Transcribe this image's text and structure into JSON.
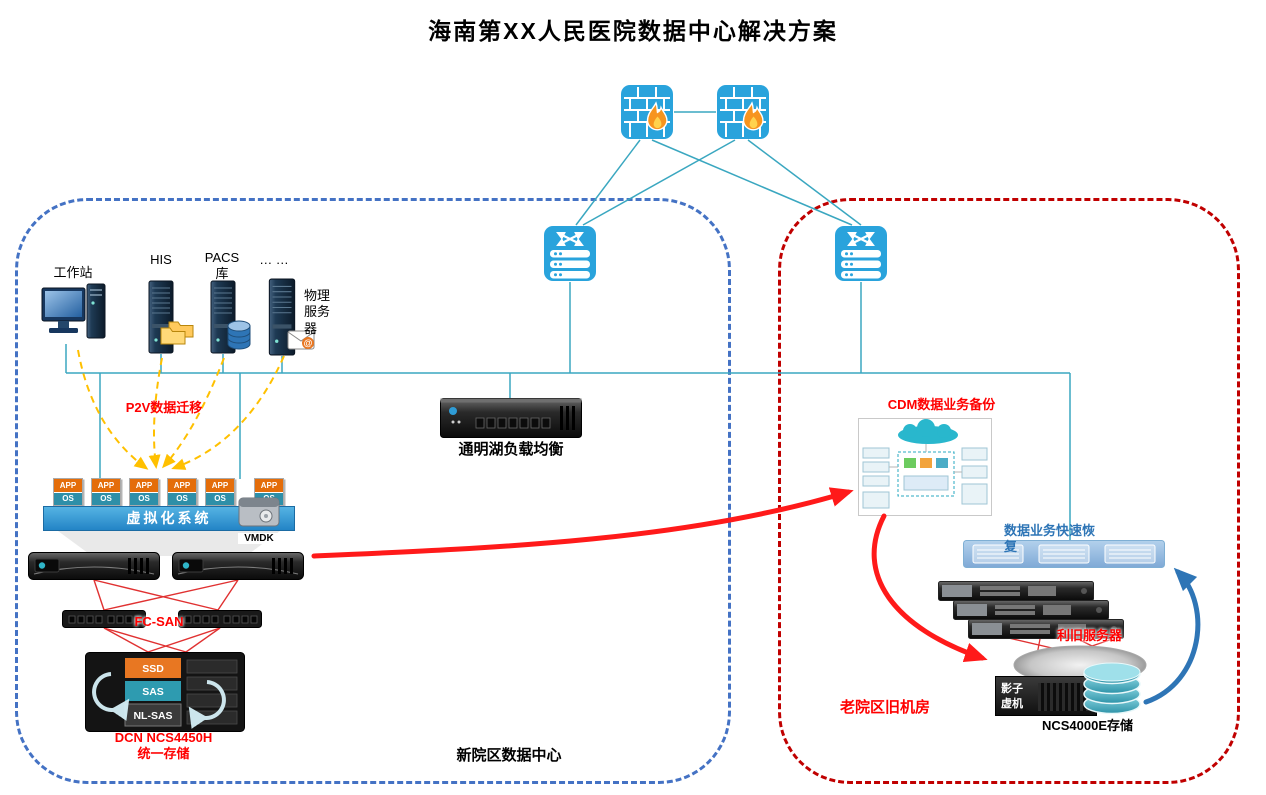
{
  "title": "海南第XX人民医院数据中心解决方案",
  "colors": {
    "line_teal": "#3AA7C0",
    "red": "#FF0000",
    "gold": "#FFC000",
    "zone_left_border": "#4472C4",
    "zone_right_border": "#C00000",
    "icon_blue": "#29A3DC",
    "arrow_blue": "#2E75B6"
  },
  "icons": {
    "email_at": "@"
  },
  "left_zone": {
    "name": "新院区数据中心",
    "workstation_label": "工作站",
    "his_label": "HIS",
    "pacs_label": "PACS",
    "pacs_db_label": "库",
    "ellipsis_label": "… …",
    "physical_server_label": "物理服务器",
    "p2v_label": "P2V数据迁移",
    "virtualization_label": "虚拟化系统",
    "app_label": "APP",
    "os_label": "OS",
    "vmdk_label": "VMDK",
    "fcsan_label": "FC-SAN",
    "storage_tiers": [
      "SSD",
      "SAS",
      "NL-SAS"
    ],
    "storage_model": "DCN NCS4450H",
    "storage_desc": "统一存储",
    "load_balancer_label": "通明湖负载均衡"
  },
  "right_zone": {
    "name": "老院区旧机房",
    "cdm_label": "CDM数据业务备份",
    "recovery_label": "数据业务快速恢复",
    "reuse_label": "利旧服务器",
    "shadow_vm_label": "影子虚机",
    "storage_label": "NCS4000E存储"
  }
}
